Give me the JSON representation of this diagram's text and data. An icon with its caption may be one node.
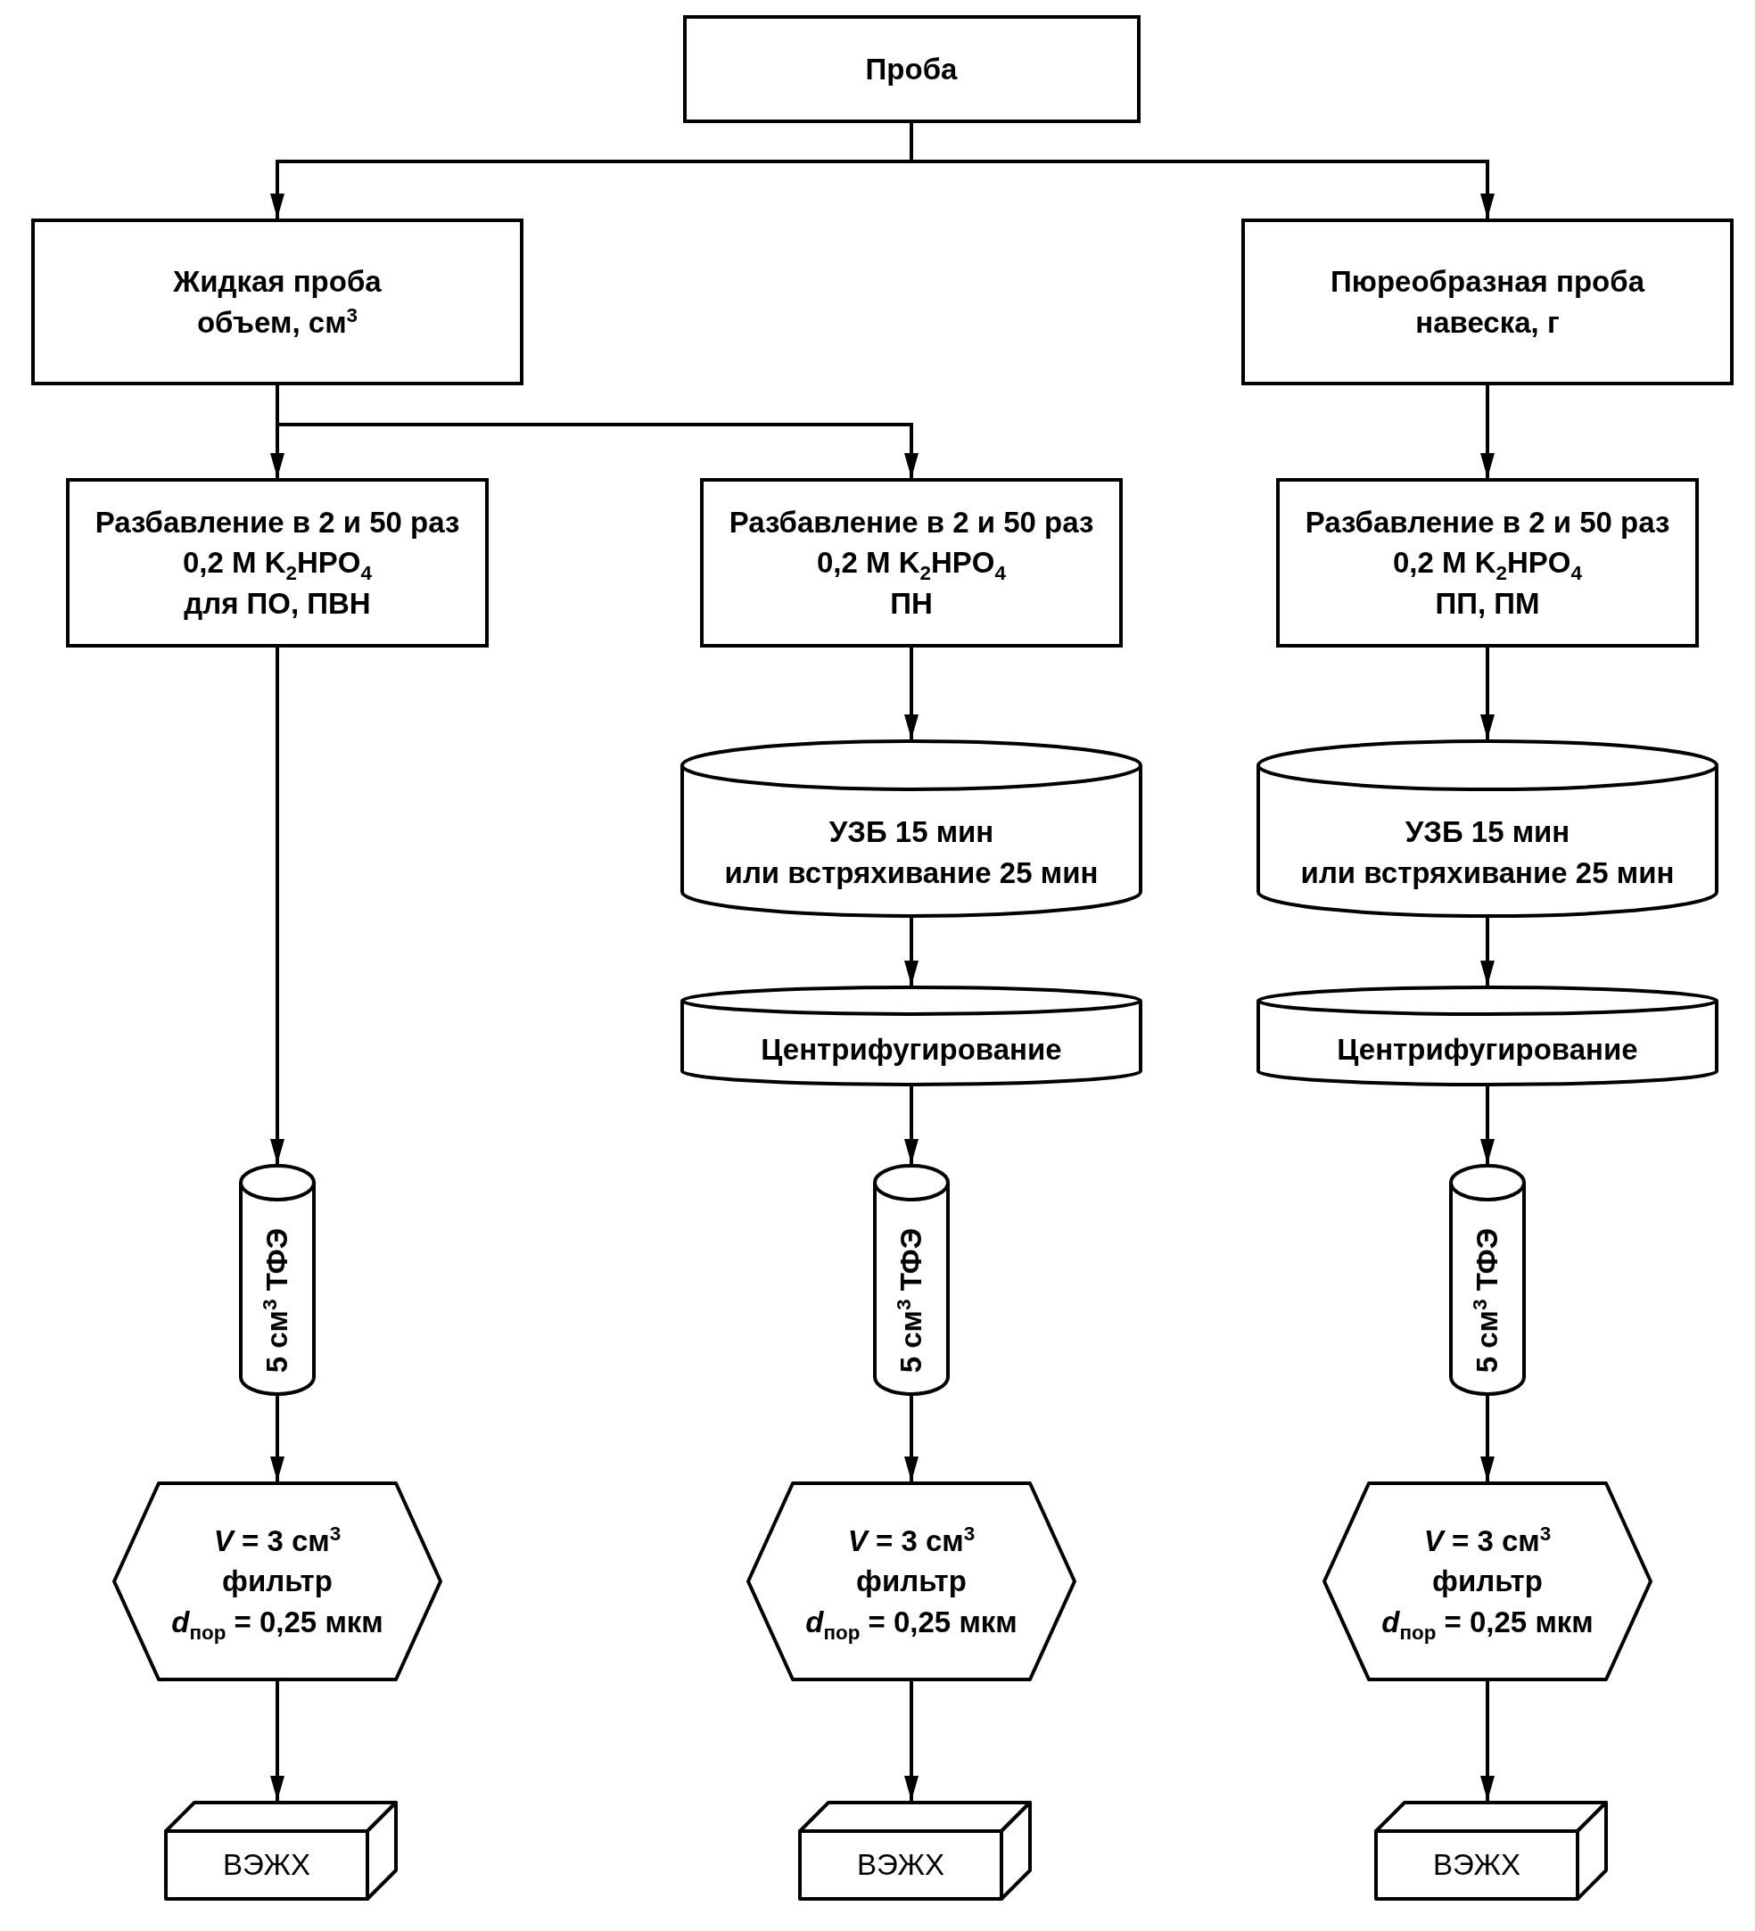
{
  "diagram": {
    "nodes": [
      {
        "text": [
          "Проба"
        ]
      },
      {
        "text": [
          "Жидкая проба",
          "объем, см$^{3}$"
        ]
      },
      {
        "text": [
          "Пюреобразная проба",
          "навеска, г"
        ]
      },
      {
        "text": [
          "Разбавление в 2 и 50 раз",
          "0,2 М K$_{2}$HPO$_{4}$",
          "для ПО, ПВН"
        ]
      },
      {
        "text": [
          "Разбавление в 2 и 50 раз",
          "0,2 М K$_{2}$HPO$_{4}$",
          "ПН"
        ]
      },
      {
        "text": [
          "Разбавление в 2 и 50 раз",
          "0,2 М K$_{2}$HPO$_{4}$",
          "ПП, ПМ"
        ]
      },
      {
        "text": [
          "УЗБ 15 мин",
          "или встряхивание 25 мин"
        ]
      },
      {
        "text": [
          "УЗБ 15 мин",
          "или встряхивание 25 мин"
        ]
      },
      {
        "text": [
          "Центрифугирование"
        ]
      },
      {
        "text": [
          "Центрифугирование"
        ]
      },
      {
        "text": [
          "5 см$^{3}$ ТФЭ"
        ]
      },
      {
        "text": [
          "5 см$^{3}$ ТФЭ"
        ]
      },
      {
        "text": [
          "5 см$^{3}$ ТФЭ"
        ]
      },
      {
        "text": [
          "*V* = 3 см$^{3}$",
          "фильтр",
          "*d*$_{пор}$ = 0,25 мкм"
        ]
      },
      {
        "text": [
          "*V* = 3 см$^{3}$",
          "фильтр",
          "*d*$_{пор}$ = 0,25 мкм"
        ]
      },
      {
        "text": [
          "*V* = 3 см$^{3}$",
          "фильтр",
          "*d*$_{пор}$ = 0,25 мкм"
        ]
      },
      {
        "text": [
          "ВЭЖХ"
        ]
      },
      {
        "text": [
          "ВЭЖХ"
        ]
      },
      {
        "text": [
          "ВЭЖХ"
        ]
      }
    ],
    "edges": [
      {
        "from": 0,
        "to": 1,
        "arrow": "to"
      },
      {
        "from": 0,
        "to": 2,
        "arrow": "to"
      },
      {
        "from": 1,
        "to": 3,
        "arrow": "to"
      },
      {
        "from": 1,
        "to": 4,
        "arrow": "to"
      },
      {
        "from": 2,
        "to": 5,
        "arrow": "to"
      },
      {
        "from": 3,
        "to": 10,
        "arrow": "to"
      },
      {
        "from": 4,
        "to": 6,
        "arrow": "to"
      },
      {
        "from": 6,
        "to": 8,
        "arrow": "to"
      },
      {
        "from": 8,
        "to": 11,
        "arrow": "to"
      },
      {
        "from": 5,
        "to": 7,
        "arrow": "to"
      },
      {
        "from": 7,
        "to": 9,
        "arrow": "to"
      },
      {
        "from": 9,
        "to": 12,
        "arrow": "to"
      },
      {
        "from": 10,
        "to": 13,
        "arrow": "to"
      },
      {
        "from": 11,
        "to": 14,
        "arrow": "to"
      },
      {
        "from": 12,
        "to": 15,
        "arrow": "to"
      },
      {
        "from": 13,
        "to": 16,
        "arrow": "to"
      },
      {
        "from": 14,
        "to": 17,
        "arrow": "to"
      },
      {
        "from": 15,
        "to": 18,
        "arrow": "to"
      }
    ]
  }
}
